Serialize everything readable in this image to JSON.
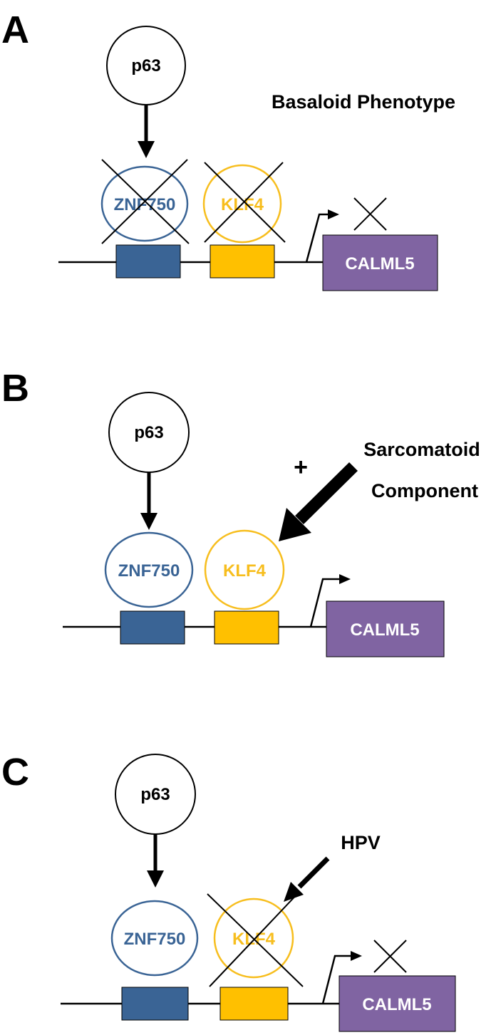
{
  "colors": {
    "znf750": "#3A6495",
    "klf4": "#F7BE1E",
    "klf4_box": "#FFC000",
    "calml5": "#8064A2",
    "line": "#000000"
  },
  "panels": [
    {
      "letter": "A",
      "p63": "p63",
      "znf750": "ZNF750",
      "klf4": "KLF4",
      "calml5": "CALML5",
      "note": "Basaloid Phenotype"
    },
    {
      "letter": "B",
      "p63": "p63",
      "znf750": "ZNF750",
      "klf4": "KLF4",
      "calml5": "CALML5",
      "plus": "+",
      "note_line1": "Sarcomatoid",
      "note_line2": "Component"
    },
    {
      "letter": "C",
      "p63": "p63",
      "znf750": "ZNF750",
      "klf4": "KLF4",
      "calml5": "CALML5",
      "note": "HPV"
    }
  ]
}
